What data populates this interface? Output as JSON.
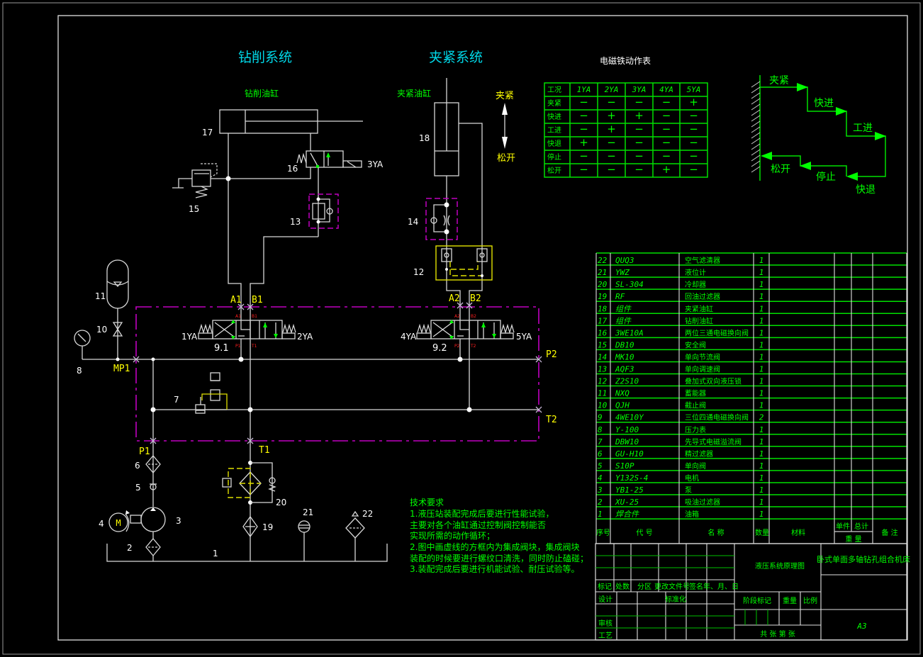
{
  "titles": {
    "drilling_system": "钻削系统",
    "clamping_system": "夹紧系统",
    "action_table_title": "电磁铁动作表"
  },
  "components": {
    "drill_cylinder": "钻削油缸",
    "clamp_cylinder": "夹紧油缸",
    "clamp_dir": "夹紧",
    "release_dir": "松开",
    "labels": {
      "n1": "1",
      "n2": "2",
      "n3": "3",
      "n4": "4",
      "n5": "5",
      "n6": "6",
      "n7": "7",
      "n8": "8",
      "n10": "10",
      "n11": "11",
      "n12": "12",
      "n13": "13",
      "n14": "14",
      "n15": "15",
      "n16": "16",
      "n17": "17",
      "n18": "18",
      "n19": "19",
      "n20": "20",
      "n21": "21",
      "n22": "22",
      "v91": "9.1",
      "v92": "9.2",
      "motor": "M"
    },
    "ports": {
      "A1": "A1",
      "B1": "B1",
      "A2": "A2",
      "B2": "B2",
      "P1": "P1",
      "T1": "T1",
      "P2": "P2",
      "T2": "T2",
      "MP1": "MP1"
    },
    "small_ports": {
      "a1": "A1",
      "b1": "B1",
      "p1": "P1",
      "t1": "T1",
      "a2": "A2",
      "b2": "B2",
      "p2": "P2",
      "t2": "T2"
    },
    "solenoids": {
      "s1": "1YA",
      "s2": "2YA",
      "s3": "3YA",
      "s4": "4YA",
      "s5": "5YA"
    }
  },
  "action_table": {
    "headers": [
      "工况",
      "1YA",
      "2YA",
      "3YA",
      "4YA",
      "5YA"
    ],
    "rows": [
      [
        "夹紧",
        "−",
        "−",
        "−",
        "−",
        "+"
      ],
      [
        "快进",
        "−",
        "+",
        "+",
        "−",
        "−"
      ],
      [
        "工进",
        "−",
        "+",
        "−",
        "−",
        "−"
      ],
      [
        "快退",
        "+",
        "−",
        "−",
        "−",
        "−"
      ],
      [
        "停止",
        "−",
        "−",
        "−",
        "−",
        "−"
      ],
      [
        "松开",
        "−",
        "−",
        "−",
        "+",
        "−"
      ]
    ]
  },
  "cycle": {
    "steps": [
      "夹紧",
      "快进",
      "工进",
      "快退",
      "停止",
      "松开"
    ]
  },
  "parts_list": {
    "rows": [
      [
        "22",
        "QUQ3",
        "空气滤清器",
        "1"
      ],
      [
        "21",
        "YWZ",
        "液位计",
        "1"
      ],
      [
        "20",
        "SL-304",
        "冷却器",
        "1"
      ],
      [
        "19",
        "RF",
        "回油过滤器",
        "1"
      ],
      [
        "18",
        "组件",
        "夹紧油缸",
        "1"
      ],
      [
        "17",
        "组件",
        "钻削油缸",
        "1"
      ],
      [
        "16",
        "3WE10A",
        "两位三通电磁换向阀",
        "1"
      ],
      [
        "15",
        "DB10",
        "安全阀",
        "1"
      ],
      [
        "14",
        "MK10",
        "单向节流阀",
        "1"
      ],
      [
        "13",
        "AQF3",
        "单向调速阀",
        "1"
      ],
      [
        "12",
        "Z2S10",
        "叠加式双向液压锁",
        "1"
      ],
      [
        "11",
        "NXQ",
        "蓄能器",
        "1"
      ],
      [
        "10",
        "QJH",
        "截止阀",
        "1"
      ],
      [
        "9",
        "4WE10Y",
        "三位四通电磁换向阀",
        "2"
      ],
      [
        "8",
        "Y-100",
        "压力表",
        "1"
      ],
      [
        "7",
        "DBW10",
        "先导式电磁溢流阀",
        "1"
      ],
      [
        "6",
        "GU-H10",
        "精过滤器",
        "1"
      ],
      [
        "5",
        "S10P",
        "单向阀",
        "1"
      ],
      [
        "4",
        "Y132S-4",
        "电机",
        "1"
      ],
      [
        "3",
        "YB1-25",
        "泵",
        "1"
      ],
      [
        "2",
        "XU-25",
        "吸油过滤器",
        "1"
      ],
      [
        "1",
        "焊合件",
        "油箱",
        "1"
      ]
    ],
    "header": {
      "index": "序号",
      "code": "代  号",
      "name": "名  称",
      "qty": "数量",
      "material": "材料",
      "unit": "单件",
      "total": "总计",
      "weight": "重  量",
      "remark": "备  注"
    }
  },
  "title_block": {
    "drawing_name": "液压系统原理图",
    "machine_name": "卧式单面多轴钻孔组合机床",
    "sheet_size": "A3",
    "mark": "标记",
    "count": "处数",
    "zone": "分区",
    "change_doc": "更改文件号",
    "signature": "签名",
    "date": "年、月、日",
    "design": "设计",
    "standardization": "标准化",
    "review": "审核",
    "process": "工艺",
    "stage_mark": "阶段标记",
    "weight": "重量",
    "scale": "比例",
    "sheets": "共  张  第  张"
  },
  "tech_requirements": {
    "title": "技术要求",
    "lines": [
      "1.液压站装配完成后要进行性能试验，",
      "主要对各个油缸通过控制阀控制能否",
      "实现所需的动作循环；",
      "2.图中画虚线的方框内为集成阀块，集成阀块",
      "装配的时候要进行螺纹口清洗，同时防止磕碰；",
      "3.装配完成后要进行机能试验、耐压试验等。"
    ]
  },
  "colors": {
    "background": "#000000",
    "table_lines": "#00e000",
    "text_green": "#00ff00",
    "manifold_outline": "#c000c0",
    "port_labels": "#ffff00",
    "titles": "#00d8e8",
    "lines": "#d8d8d8"
  }
}
